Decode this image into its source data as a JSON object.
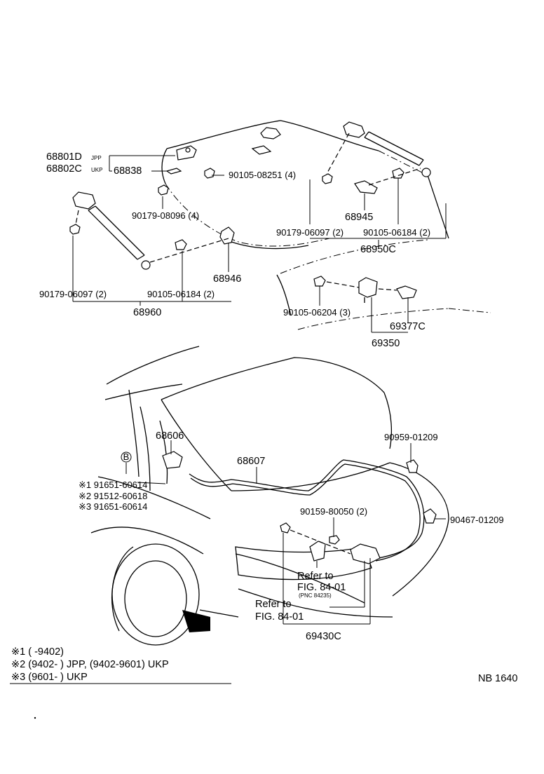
{
  "labels": {
    "p68801D": "68801D",
    "p68801D_suffix": "JPP",
    "p68802C": "68802C",
    "p68802C_suffix": "UKP",
    "p68838": "68838",
    "p90105_08251": "90105-08251 (4)",
    "p90179_08096": "90179-08096 (4)",
    "p90179_06097_left": "90179-06097 (2)",
    "p90105_06184_left": "90105-06184 (2)",
    "p68946": "68946",
    "p68960": "68960",
    "p68945": "68945",
    "p90179_06097_right": "90179-06097 (2)",
    "p90105_06184_right": "90105-06184 (2)",
    "p68950C": "68950C",
    "p90105_06204": "90105-06204 (3)",
    "p69377C": "69377C",
    "p69350": "69350",
    "p68606": "68606",
    "p68607": "68607",
    "p90959_01209": "90959-01209",
    "circle_b": "B",
    "note1_part": "※1 91651-60614",
    "note2_part": "※2 91512-60618",
    "note3_part": "※3 91651-60614",
    "p90159_80050": "90159-80050 (2)",
    "p90467_01209": "90467-01209",
    "refer1_a": "Refer to",
    "refer1_b": "FIG. 84-01",
    "refer1_pnc": "(PNC 84235)",
    "refer2_a": "Refer to",
    "refer2_b": "FIG. 84-01",
    "p69430C": "69430C"
  },
  "legend": {
    "l1": "※1  (        -9402)",
    "l2": "※2  (9402-         ) JPP, (9402-9601) UKP",
    "l3": "※3  (9601-         ) UKP"
  },
  "figure_code": "NB 1640"
}
